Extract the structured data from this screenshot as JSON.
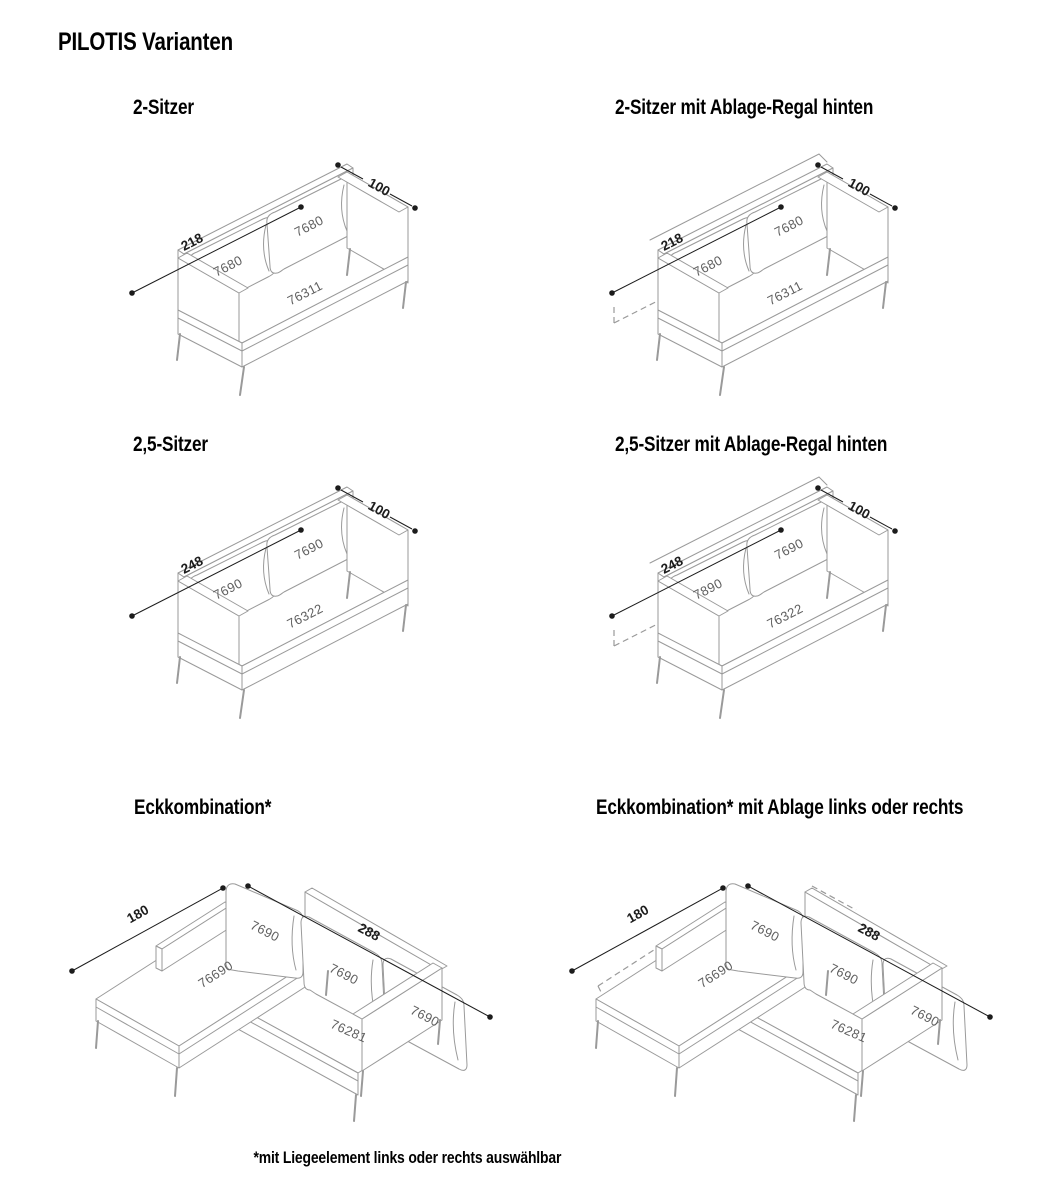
{
  "page": {
    "title": "PILOTIS Varianten",
    "footnote": "*mit Liegeelement links oder rechts auswählbar"
  },
  "colors": {
    "line_art": "#9a9a9a",
    "dimension": "#1c1c1c",
    "part_number": "#5f5f5f",
    "background": "#ffffff"
  },
  "variants": [
    {
      "title": "2-Sitzer",
      "dim_width": "218",
      "dim_depth": "100",
      "cushion_left": "7680",
      "cushion_right": "7680",
      "seat": "76311"
    },
    {
      "title": "2-Sitzer mit Ablage-Regal hinten",
      "dim_width": "218",
      "dim_depth": "100",
      "cushion_left": "7680",
      "cushion_right": "7680",
      "seat": "76311"
    },
    {
      "title": "2,5-Sitzer",
      "dim_width": "248",
      "dim_depth": "100",
      "cushion_left": "7690",
      "cushion_right": "7690",
      "seat": "76322"
    },
    {
      "title": "2,5-Sitzer mit Ablage-Regal hinten",
      "dim_width": "248",
      "dim_depth": "100",
      "cushion_left": "7890",
      "cushion_right": "7690",
      "seat": "76322"
    },
    {
      "title": "Eckkombination*",
      "dim_chaise": "180",
      "dim_width": "288",
      "cushion_corner": "7690",
      "chaise_seat": "76690",
      "cushion_mid": "7690",
      "main_seat": "76281",
      "cushion_right": "7690"
    },
    {
      "title": "Eckkombination* mit Ablage links oder rechts",
      "dim_chaise": "180",
      "dim_width": "288",
      "cushion_corner": "7690",
      "chaise_seat": "76690",
      "cushion_mid": "7690",
      "main_seat": "76281",
      "cushion_right": "7690"
    }
  ]
}
